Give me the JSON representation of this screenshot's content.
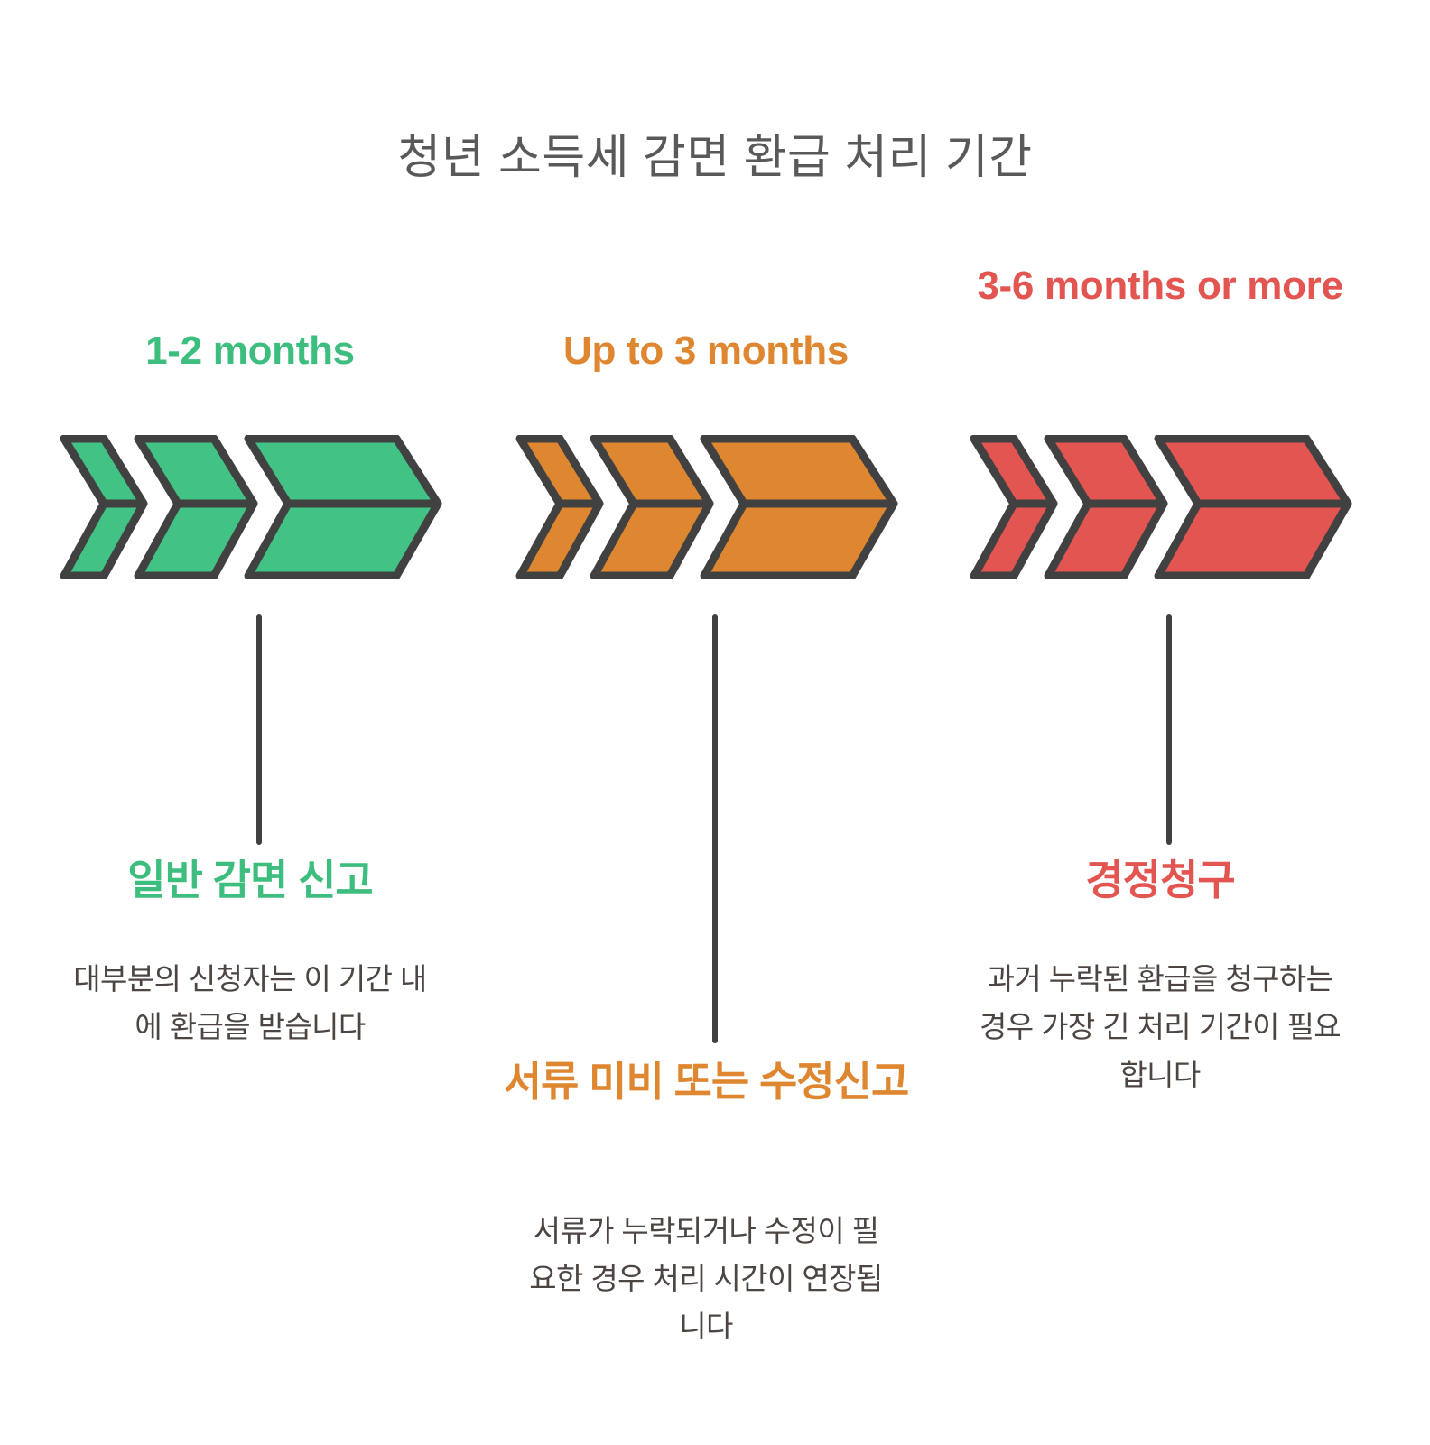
{
  "title": "청년 소득세 감면 환급 처리 기간",
  "palette": {
    "green": "#3EBE7E",
    "green_fill": "#42C284",
    "orange": "#DE8630",
    "orange_fill": "#DE8630",
    "red": "#E35550",
    "red_fill": "#E35550",
    "stroke": "#414141",
    "title_text": "#595959",
    "body_text": "#4C4542",
    "background": "#FFFFFF"
  },
  "columns": [
    {
      "id": "green",
      "duration": "1-2 months",
      "category": "일반 감면 신고",
      "description": "대부분의 신청자는 이 기간 내에 환급을 받습니다",
      "accent": "#3EBE7E",
      "chevron_count": 3
    },
    {
      "id": "orange",
      "duration": "Up to 3 months",
      "category": "서류 미비 또는 수정신고",
      "description": "서류가 누락되거나 수정이 필요한 경우 처리 시간이 연장됩니다",
      "accent": "#DE8630",
      "chevron_count": 3
    },
    {
      "id": "red",
      "duration": "3-6 months or more",
      "category": "경정청구",
      "description": "과거 누락된 환급을 청구하는 경우 가장 긴 처리 기간이 필요합니다",
      "accent": "#E35550",
      "chevron_count": 3
    }
  ]
}
